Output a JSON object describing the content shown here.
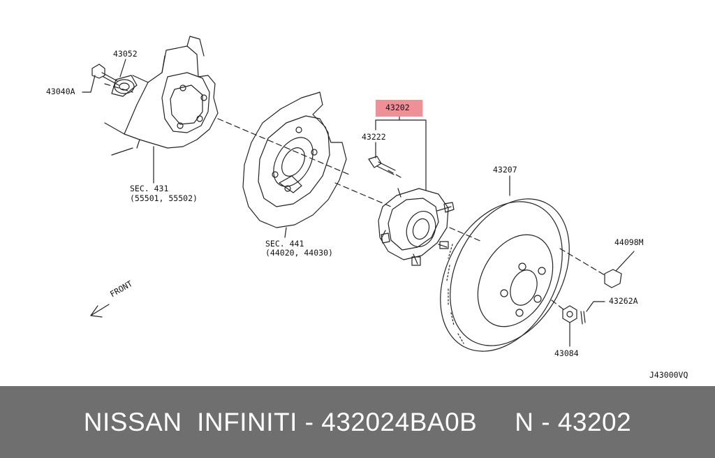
{
  "labels": {
    "p43052": "43052",
    "p43040a": "43040A",
    "sec431_title": "SEC. 431",
    "sec431_parts": "(55501, 55502)",
    "p43202": "43202",
    "p43222": "43222",
    "p43207": "43207",
    "sec441_title": "SEC. 441",
    "sec441_parts": "(44020, 44030)",
    "p44098m": "44098M",
    "p43262a": "43262A",
    "p43084": "43084",
    "front": "FRONT",
    "diagram_code": "J43000VQ"
  },
  "colors": {
    "highlight": "#ef8f96",
    "banner_bg": "#6f6f6f",
    "banner_text": "#ffffff",
    "line": "#222222"
  },
  "banner": {
    "text": "NISSAN  INFINITI - 432024BA0B     N - 43202"
  }
}
